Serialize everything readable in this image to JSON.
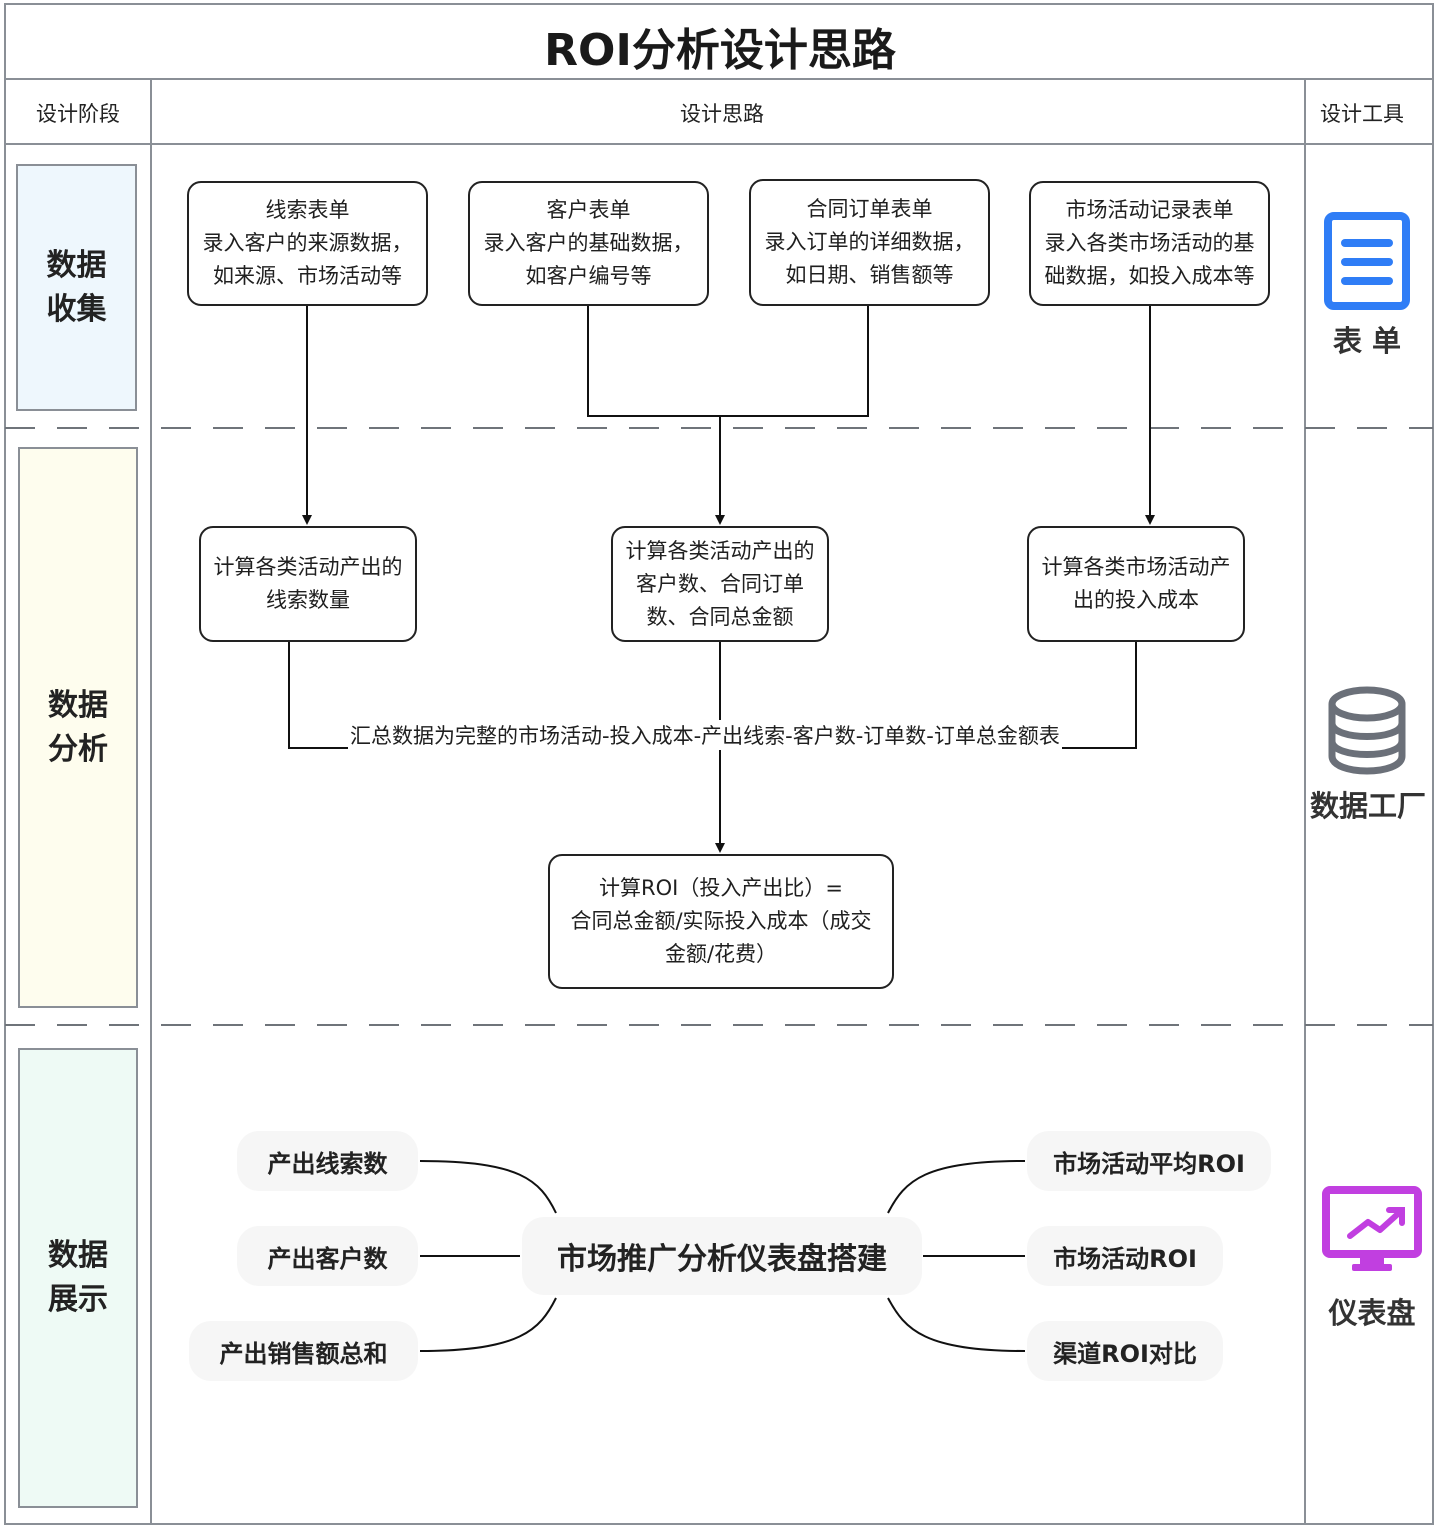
{
  "title": "ROI分析设计思路",
  "headers": {
    "stage": "设计阶段",
    "idea": "设计思路",
    "tool": "设计工具"
  },
  "stages": {
    "collect": "数据收集",
    "analyze": "数据分析",
    "display": "数据展示"
  },
  "stage_colors": {
    "collect": "#eef7fd",
    "analyze": "#fefdee",
    "display": "#eefaf5"
  },
  "forms": [
    {
      "title": "线索表单",
      "line2": "录入客户的来源数据，",
      "line3": "如来源、市场活动等"
    },
    {
      "title": "客户表单",
      "line2": "录入客户的基础数据，",
      "line3": "如客户编号等"
    },
    {
      "title": "合同订单表单",
      "line2": "录入订单的详细数据，",
      "line3": "如日期、销售额等"
    },
    {
      "title": "市场活动记录表单",
      "line2": "录入各类市场活动的基",
      "line3": "础数据，如投入成本等"
    }
  ],
  "calcs": [
    {
      "line1": "计算各类活动产出的",
      "line2": "线索数量"
    },
    {
      "line1": "计算各类活动产出的",
      "line2": "客户数、合同订单",
      "line3": "数、合同总金额"
    },
    {
      "line1": "计算各类市场活动产",
      "line2": "出的投入成本"
    }
  ],
  "merge_label": "汇总数据为完整的市场活动-投入成本-产出线索-客户数-订单数-订单总金额表",
  "roi": {
    "line1": "计算ROI（投入产出比）=",
    "line2": "合同总金额/实际投入成本（成交",
    "line3": "金额/花费）"
  },
  "dashboard": {
    "center": "市场推广分析仪表盘搭建",
    "left": [
      "产出线索数",
      "产出客户数",
      "产出销售额总和"
    ],
    "right": [
      "市场活动平均ROI",
      "市场活动ROI",
      "渠道ROI对比"
    ]
  },
  "tools": {
    "form": {
      "label": "表 单",
      "icon": "form-icon",
      "color": "#2f7df6"
    },
    "factory": {
      "label": "数据工厂",
      "icon": "database-icon",
      "color": "#6b7079"
    },
    "dashboard": {
      "label": "仪表盘",
      "icon": "monitor-chart-icon",
      "color": "#c13fe0"
    }
  }
}
